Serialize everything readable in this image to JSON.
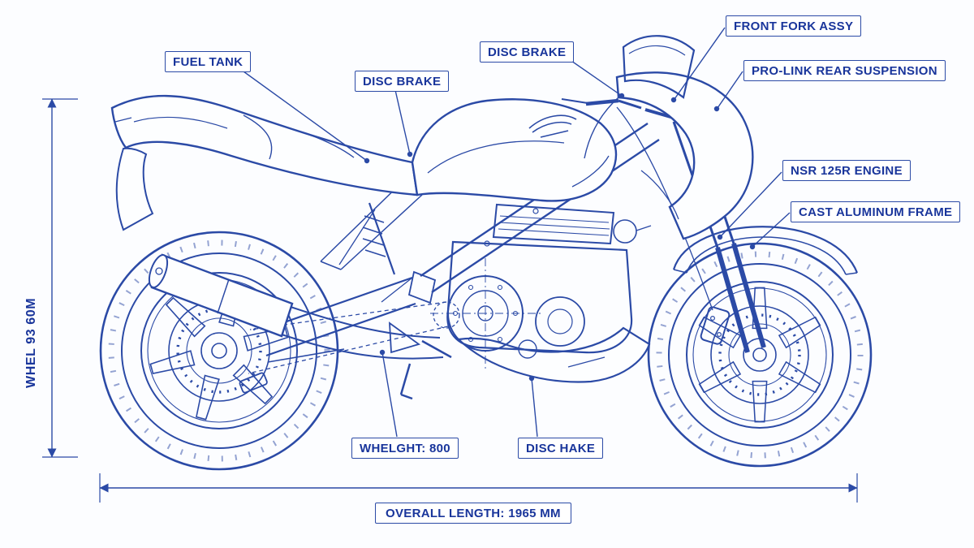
{
  "colors": {
    "line": "#2b4aa6",
    "text": "#19359b",
    "box_background": "#ffffff",
    "canvas_background": "#fcfdff"
  },
  "callouts": [
    {
      "id": "fuel-tank",
      "label": "FUEL TANK"
    },
    {
      "id": "disc-brake-mid",
      "label": "DISC BRAKE"
    },
    {
      "id": "disc-brake-top",
      "label": "DISC BRAKE"
    },
    {
      "id": "front-fork-assy",
      "label": "FRONT FORK ASSY"
    },
    {
      "id": "pro-link",
      "label": "PRO-LINK REAR SUSPENSION"
    },
    {
      "id": "engine",
      "label": "NSR 125R ENGINE"
    },
    {
      "id": "frame",
      "label": "CAST ALUMINUM FRAME"
    },
    {
      "id": "weight",
      "label": "WHELGHT: 800"
    },
    {
      "id": "disc-hake",
      "label": "DISC HAKE"
    }
  ],
  "dimensions": {
    "height_label": "WHEL 93 60M",
    "length_label": "OVERALL LENGTH: 1965 MM"
  }
}
